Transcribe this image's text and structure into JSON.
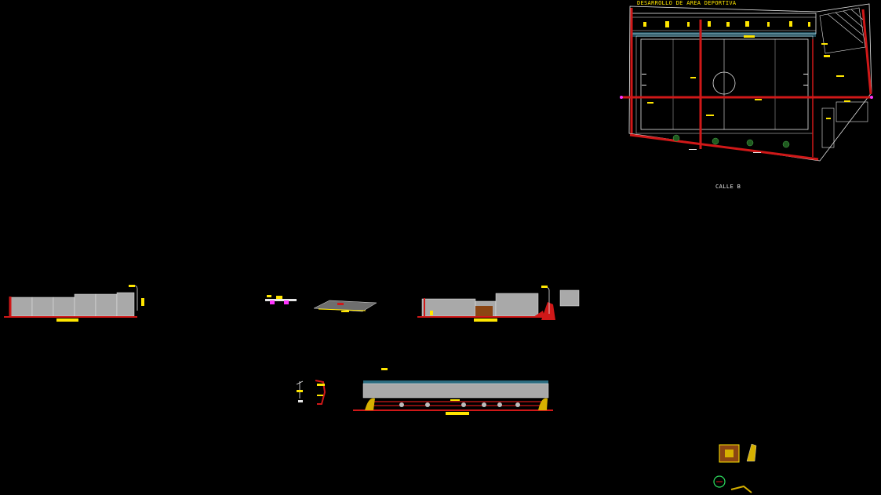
{
  "plan": {
    "title": "DESARROLLO DE AREA DEPORTIVA",
    "street_label": "CALLE B"
  },
  "colors": {
    "background": "#000000",
    "wall_red": "#d01818",
    "dim_yellow": "#ffe600",
    "line_white": "#e6e6e6",
    "fill_grey": "#a9a9a9",
    "accent_cyan": "#55d7ff",
    "accent_magenta": "#ff33ff",
    "accent_green": "#2ee060",
    "wood_brown": "#8b4513"
  },
  "drawings": [
    {
      "name": "site-plan",
      "kind": "floor-plan"
    },
    {
      "name": "section-left",
      "kind": "elevation"
    },
    {
      "name": "detail-small-left",
      "kind": "detail"
    },
    {
      "name": "detail-slab",
      "kind": "detail"
    },
    {
      "name": "section-right",
      "kind": "elevation"
    },
    {
      "name": "detail-post-1",
      "kind": "detail"
    },
    {
      "name": "detail-post-2",
      "kind": "detail"
    },
    {
      "name": "section-long",
      "kind": "elevation"
    },
    {
      "name": "detail-bottom-right",
      "kind": "detail"
    }
  ]
}
